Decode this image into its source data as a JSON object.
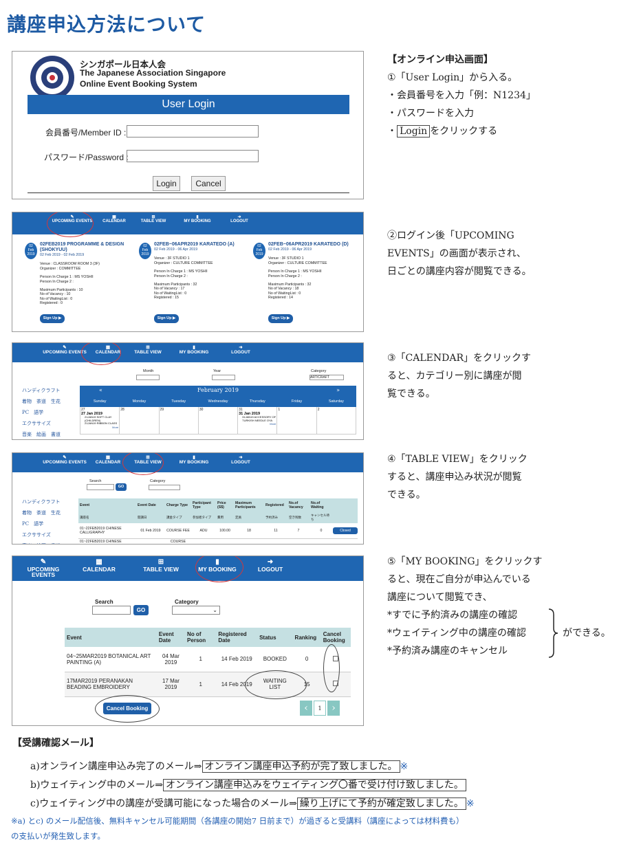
{
  "title": "講座申込方法について",
  "login": {
    "org_ja": "シンガポール日本人会",
    "org_en": "The Japanese Association Singapore",
    "system": "Online Event Booking System",
    "header": "User Login",
    "member_label": "会員番号/Member ID :",
    "password_label": "パスワード/Password :",
    "login_btn": "Login",
    "cancel_btn": "Cancel"
  },
  "nav": {
    "upcoming": "UPCOMING EVENTS",
    "calendar": "CALENDAR",
    "table": "TABLE VIEW",
    "booking": "MY BOOKING",
    "logout": "LOGOUT"
  },
  "events": [
    {
      "day": "02",
      "mon": "Feb",
      "yr": "2019",
      "title": "02FEB2019 PROGRAMME & DESIGN (SHOKYUU)",
      "dates": "02 Feb 2019 - 02 Feb 2019",
      "venue": "Venue : CLASSROOM ROOM 3 (3F)",
      "org": "Organizer : COMMITTEE",
      "pic1": "Person In Charge 1 : MS YOSHII",
      "pic2": "Person In Charge 2 :",
      "max": "Maximum Participants : 10",
      "vac": "No of Vacancy : 10",
      "wait": "No of WaitingList : 0",
      "reg": "Registered : 0"
    },
    {
      "day": "02",
      "mon": "Feb",
      "yr": "2019",
      "title": "02FEB~06APR2019 KARATEDO (A)",
      "dates": "02 Feb 2019 - 06 Apr 2019",
      "venue": "Venue : 3F STUDIO 1",
      "org": "Organizer : CULTURE COMMITTEE",
      "pic1": "Person In Charge 1 : MS YOSHII",
      "pic2": "Person In Charge 2 :",
      "max": "Maximum Participants : 32",
      "vac": "No of Vacancy : 17",
      "wait": "No of WaitingList : 0",
      "reg": "Registered : 15"
    },
    {
      "day": "02",
      "mon": "Feb",
      "yr": "2019",
      "title": "02FEB~06APR2019 KARATEDO (D)",
      "dates": "02 Feb 2019 - 06 Apr 2019",
      "venue": "Venue : 3F STUDIO 1",
      "org": "Organizer : CULTURE COMMITTEE",
      "pic1": "Person In Charge 1 : MS YOSHII",
      "pic2": "Person In Charge 2 :",
      "max": "Maximum Participants : 32",
      "vac": "No of Vacancy : 18",
      "wait": "No of WaitingList : 0",
      "reg": "Registered : 14"
    }
  ],
  "signup": "Sign Up ▶",
  "calendar": {
    "month_label": "Month",
    "year_label": "Year",
    "category_label": "Category",
    "category_value": "ART/CRAFT",
    "month_title": "February 2019",
    "prev": "«",
    "next": "»",
    "days": [
      "Sunday",
      "Monday",
      "Tuesday",
      "Wednesday",
      "Thursday",
      "Friday",
      "Saturday"
    ],
    "nums": [
      "27",
      "28",
      "29",
      "30",
      "31",
      "1",
      "2"
    ],
    "ev1_date": "27 Jan 2019",
    "ev1_items": [
      "21JAN19 SOFT CLAY (CHILDREN)",
      "21JAN19 RIBBON CLASS"
    ],
    "ev2_date": "31 Jan 2019",
    "ev2_items": [
      "31JAN19 ACCESSORY OF TURKISH NEEDLE OYA"
    ],
    "more": "More"
  },
  "side": [
    "ハンディクラフト",
    "着物　茶道　生花",
    "PC　語学",
    "エクササイズ",
    "音楽　絵画　書道"
  ],
  "tableview": {
    "search": "Search",
    "go": "GO",
    "category": "Category",
    "h": [
      "Event",
      "Event Date",
      "Charge Type",
      "Participant Type",
      "Price (S$)",
      "Maximum Participants",
      "Registered",
      "No.of Vacancy",
      "No.of Waiting"
    ],
    "hj": [
      "講座名",
      "開講日",
      "課金タイプ",
      "参加者タイプ",
      "費用",
      "定員",
      "予約済み",
      "空き残数",
      "キャンセル待ち"
    ],
    "r1": [
      "01~22FEB2019 CHINESE CALLIGRAPHY",
      "01 Feb 2019",
      "COURSE FEE",
      "ADU",
      "100.00",
      "18",
      "11",
      "7",
      "0"
    ],
    "r1btn": "Closed",
    "r2": "01~22FEB2019 CHINESE",
    "r2c": "COURSE"
  },
  "mybook": {
    "search": "Search",
    "go": "GO",
    "category": "Category",
    "h": [
      "Event",
      "Event Date",
      "No of Person",
      "Registered Date",
      "Status",
      "Ranking",
      "Cancel Booking"
    ],
    "rows": [
      {
        "event": "04~25MAR2019 BOTANICAL ART PAINTING (A)",
        "date": "04 Mar 2019",
        "num": "1",
        "reg": "14 Feb 2019",
        "status": "BOOKED",
        "rank": "0"
      },
      {
        "event": "17MAR2019 PERANAKAN BEADING EMBROIDERY",
        "date": "17 Mar 2019",
        "num": "1",
        "reg": "14 Feb 2019",
        "status": "WAITING LIST",
        "rank": "15"
      }
    ],
    "cancel_btn": "Cancel Booking",
    "page": "1"
  },
  "right": {
    "s1_head": "【オンライン申込画面】",
    "s1_l1": "①「User Login」から入る。",
    "s1_l2": "・会員番号を入力「例：N1234」",
    "s1_l3": "・パスワードを入力",
    "s1_l4a": "・",
    "s1_l4b": "Login",
    "s1_l4c": "をクリックする",
    "s2": [
      "②ログイン後「UPCOMING",
      "EVENTS」の画面が表示され、",
      "日ごとの講座内容が閲覧できる。"
    ],
    "s3": [
      "③「CALENDAR」をクリックす",
      "ると、カテゴリー別に講座が閲",
      "覧できる。"
    ],
    "s4": [
      "④「TABLE VIEW」をクリック",
      "すると、講座申込み状況が閲覧",
      "できる。"
    ],
    "s5": [
      "⑤「MY BOOKING」をクリックす",
      "ると、現在ご自分が申込んでいる",
      "講座について閲覧でき、"
    ],
    "s5b": [
      "*すでに予約済みの講座の確認",
      "*ウェイティング中の講座の確認",
      "*予約済み講座のキャンセル"
    ],
    "s5c": "ができる。"
  },
  "mail": {
    "head": "【受講確認メール】",
    "a_pre": "a)オンライン講座申込み完了のメール⇒",
    "a_box": "オンライン講座申込予約が完了致しました。",
    "a_mark": "※",
    "b_pre": "b)ウェイティング中のメール⇒",
    "b_box": "オンライン講座申込みをウェイティング〇番で受け付け致しました。",
    "c_pre": "c)ウェイティング中の講座が受講可能になった場合のメール⇒",
    "c_box": "繰り上げにて予約が確定致しました。",
    "c_mark": "※",
    "note1": "※a) とc) のメール配信後、無料キャンセル可能期間（各講座の開始7 日前まで）が過ぎると受講料（講座によっては材料費も）",
    "note2": "の支払いが発生致します。"
  }
}
